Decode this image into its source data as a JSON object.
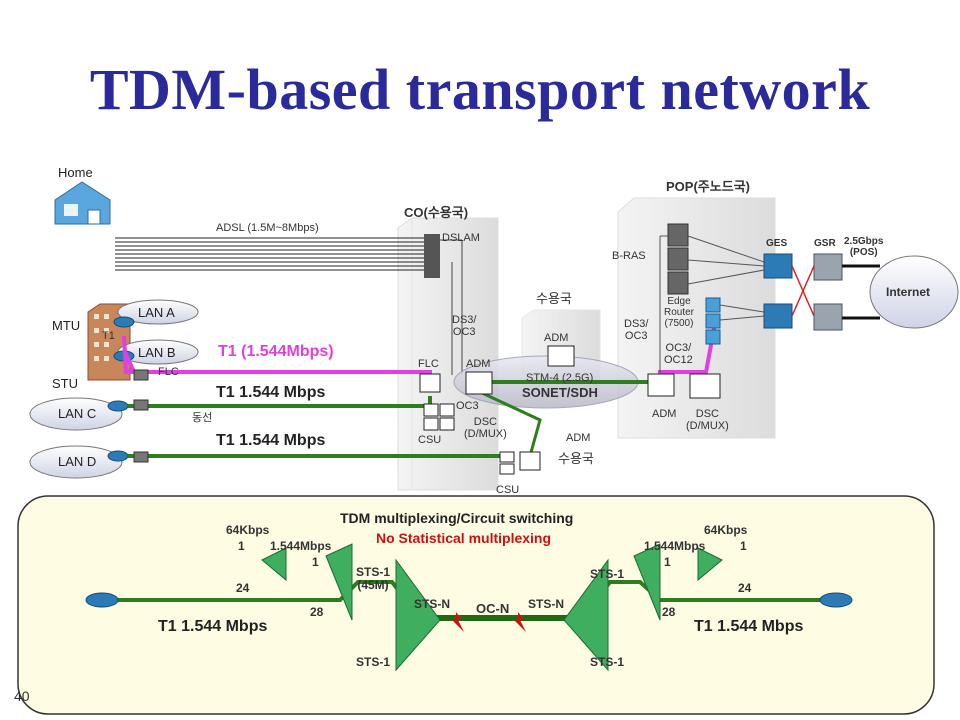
{
  "title": "TDM-based transport network",
  "page_number": "40",
  "top": {
    "home": "Home",
    "adsl": "ADSL (1.5M~8Mbps)",
    "co": "CO(수용국)",
    "dslam": "DSLAM",
    "ds3_oc3_co": "DS3/\nOC3",
    "flc_co": "FLC",
    "adm_co": "ADM",
    "oc3_co": "OC3",
    "csu_co": "CSU",
    "dsc_co": "DSC\n(D/MUX)",
    "suyongguk_1": "수용국",
    "adm_center": "ADM",
    "stm4": "STM-4 (2.5G)",
    "sonet": "SONET/SDH",
    "adm_bottom": "ADM",
    "suyongguk_2": "수용국",
    "csu_bottom": "CSU",
    "pop": "POP(주노드국)",
    "bras": "B-RAS",
    "ds3_oc3_pop": "DS3/\nOC3",
    "edge_router": "Edge\nRouter\n(7500)",
    "oc3_oc12": "OC3/\nOC12",
    "adm_pop": "ADM",
    "dsc_pop": "DSC\n(D/MUX)",
    "ges": "GES",
    "gsr": "GSR",
    "pos": "2.5Gbps\n(POS)",
    "internet": "Internet",
    "mtu": "MTU",
    "stu": "STU",
    "lan_a": "LAN A",
    "lan_b": "LAN B",
    "lan_c": "LAN C",
    "lan_d": "LAN D",
    "t1_small": "T1",
    "flc_small": "FLC",
    "t1_pink": "T1 (1.544Mbps)",
    "t1_green_1": "T1 1.544 Mbps",
    "t1_green_2": "T1 1.544 Mbps",
    "dongseon": "동선"
  },
  "panel": {
    "heading": "TDM multiplexing/Circuit switching",
    "subheading": "No Statistical multiplexing",
    "kbps_left": "64Kbps",
    "kbps_right": "64Kbps",
    "mbps_left": "1.544Mbps",
    "mbps_right": "1.544Mbps",
    "n1_left": "1",
    "n24_left": "24",
    "n1b_left": "1",
    "n28_left": "28",
    "n1_right": "1",
    "n24_right": "24",
    "n1b_right": "1",
    "n28_right": "28",
    "sts1_left": "STS-1\n(45M)",
    "sts1_right": "STS-1",
    "stsn_left": "STS-N",
    "stsn_right": "STS-N",
    "ocn": "OC-N",
    "sts1_bottom_left": "STS-1",
    "sts1_bottom_right": "STS-1",
    "t1_left": "T1 1.544 Mbps",
    "t1_right": "T1 1.544 Mbps"
  },
  "colors": {
    "title": "#2a2a9a",
    "pink_line": "#e040e0",
    "green_line": "#2e7d1e",
    "panel_bg": "#fefde4",
    "red_text": "#cc1111"
  }
}
